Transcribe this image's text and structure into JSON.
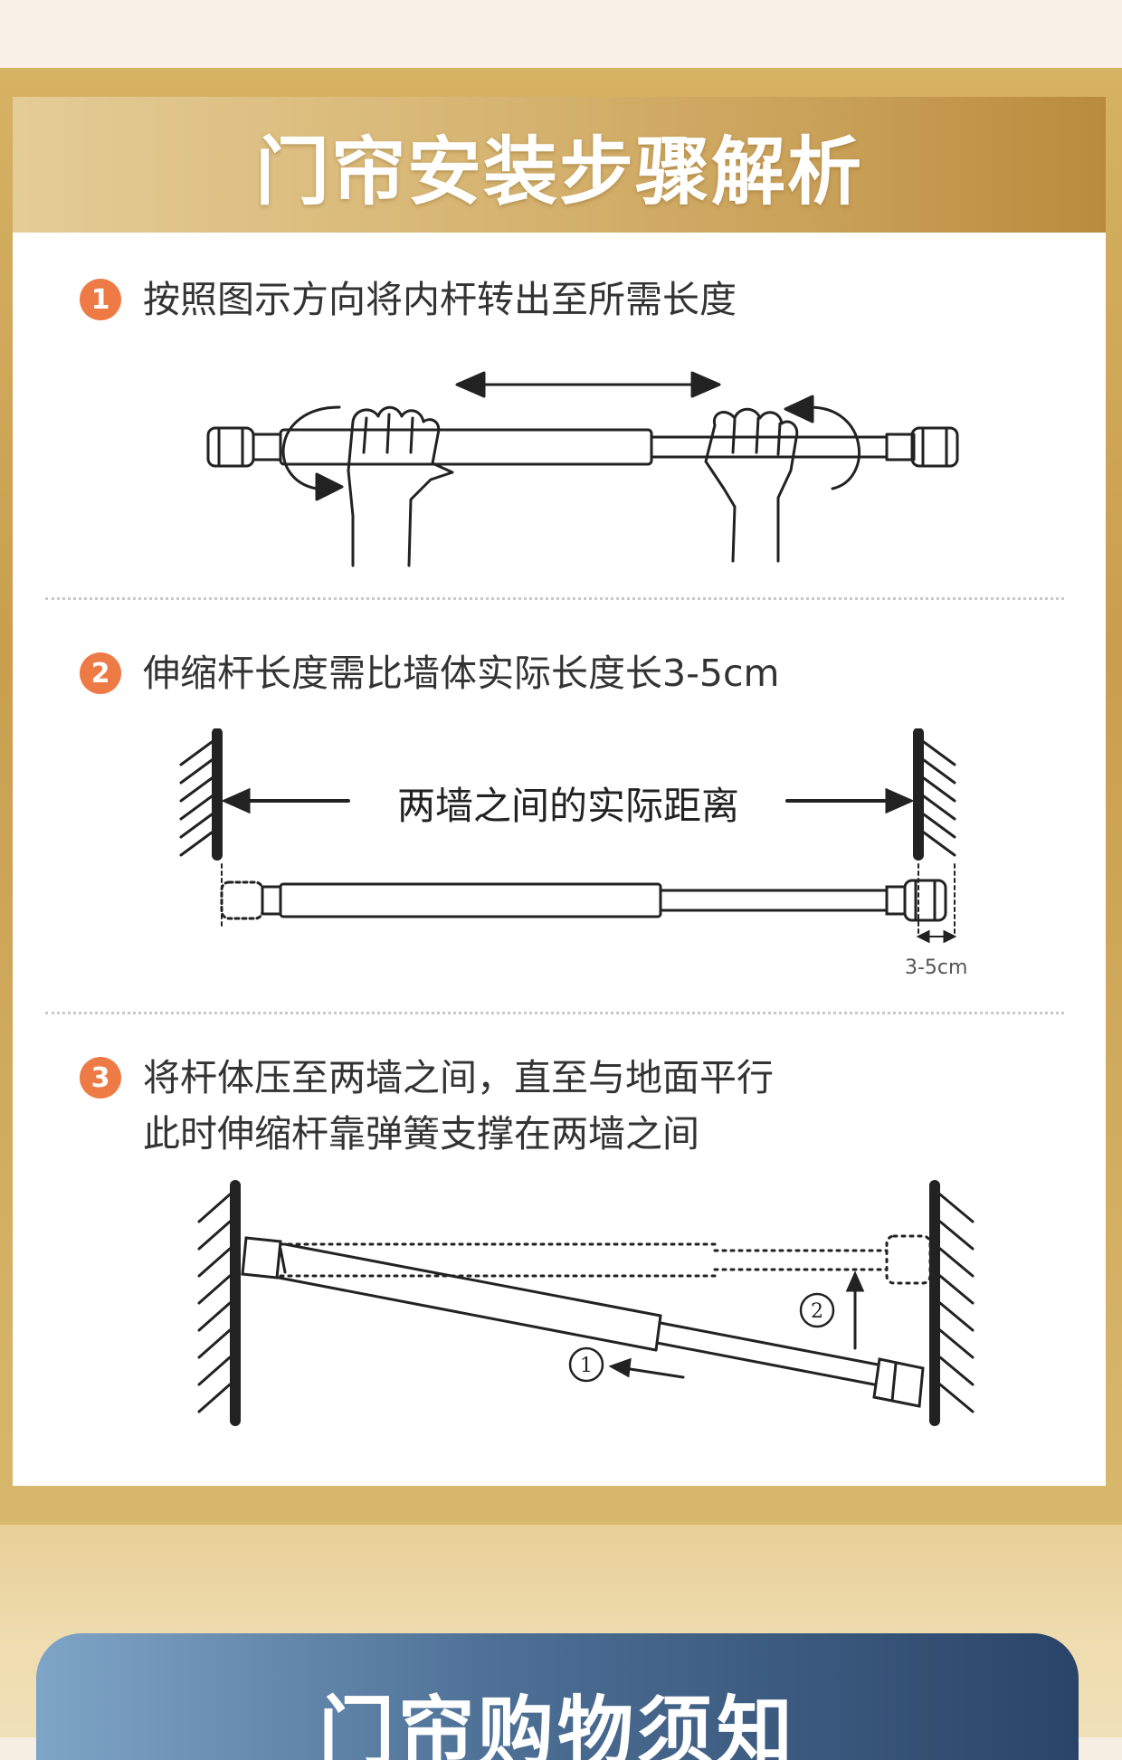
{
  "header": {
    "title": "门帘安装步骤解析"
  },
  "steps": [
    {
      "number": "1",
      "text": "按照图示方向将内杆转出至所需长度"
    },
    {
      "number": "2",
      "text": "伸缩杆长度需比墙体实际长度长3-5cm"
    },
    {
      "number": "3",
      "lines": [
        "将杆体压至两墙之间，直至与地面平行",
        "此时伸缩杆靠弹簧支撑在两墙之间"
      ]
    }
  ],
  "figure2": {
    "distance_label": "两墙之间的实际距离",
    "extra_label": "3-5cm"
  },
  "figure3": {
    "marker_1": "1",
    "marker_2": "2"
  },
  "footer": {
    "notice_title": "门帘购物须知"
  },
  "colors": {
    "gold": "#c99e4f",
    "badge": "#ee7a45",
    "notice_blue": "#4d6f95"
  }
}
